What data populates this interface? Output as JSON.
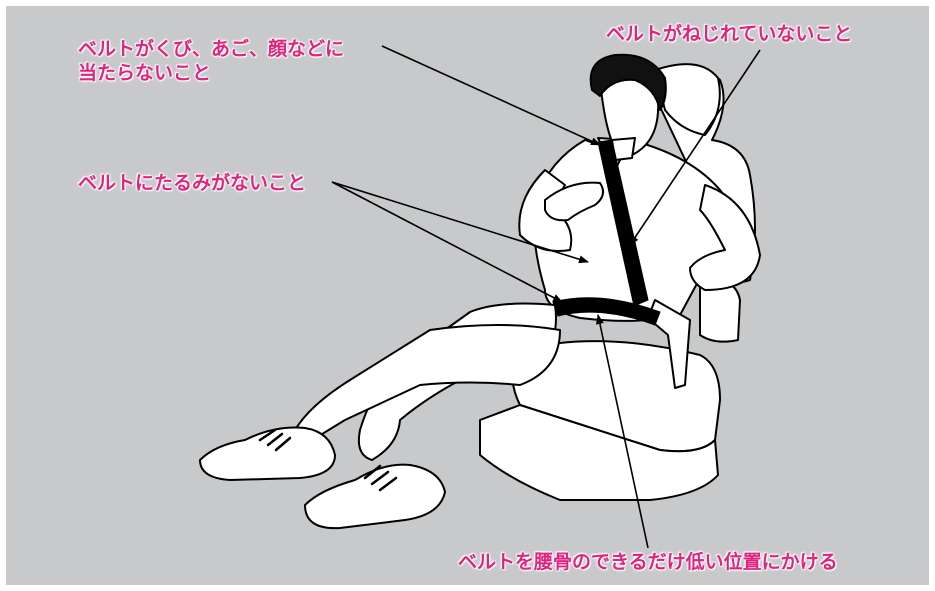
{
  "callouts": {
    "face_line1": "ベルトがくび、あご、顔などに",
    "face_line2": "当たらないこと",
    "twist": "ベルトがねじれていないこと",
    "slack": "ベルトにたるみがないこと",
    "hip": "ベルトを腰骨のできるだけ低い位置にかける"
  },
  "colors": {
    "background": "#c8c9cb",
    "callout_text": "#e0237f",
    "outline": "#000000",
    "fill": "#ffffff"
  }
}
